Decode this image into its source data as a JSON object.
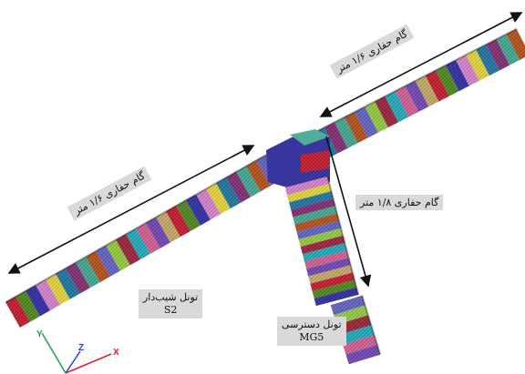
{
  "labels": {
    "step_right_tunnel": "گام حفاری ۱/۶ متر",
    "step_left_tunnel": "گام حفاری ۱/۶ متر",
    "step_access_tunnel": "گام حفاری ۱/۸ متر",
    "inclined_tunnel_name": "تونل شیب‌دار",
    "inclined_tunnel_code": "S2",
    "access_tunnel_name": "تونل دسترسی",
    "access_tunnel_code": "MG5"
  },
  "axes": {
    "x": "X",
    "y": "Y",
    "z": "Z"
  },
  "colors": {
    "x_axis": "#e0202a",
    "y_axis": "#1aa34a",
    "z_axis": "#2a3fd6",
    "label_bg": "#d9d9d9",
    "arrow": "#111111"
  },
  "segment_palette": [
    "#c7283a",
    "#5a8f2c",
    "#3b3aa8",
    "#d98ad0",
    "#e8d84a",
    "#2c7ea8",
    "#8a3a7a",
    "#4fae9a",
    "#b85c2a",
    "#6c6cc8",
    "#9bcf4e",
    "#a03048",
    "#2fb0c0",
    "#d46a9a",
    "#7a52b8",
    "#c8b070"
  ]
}
